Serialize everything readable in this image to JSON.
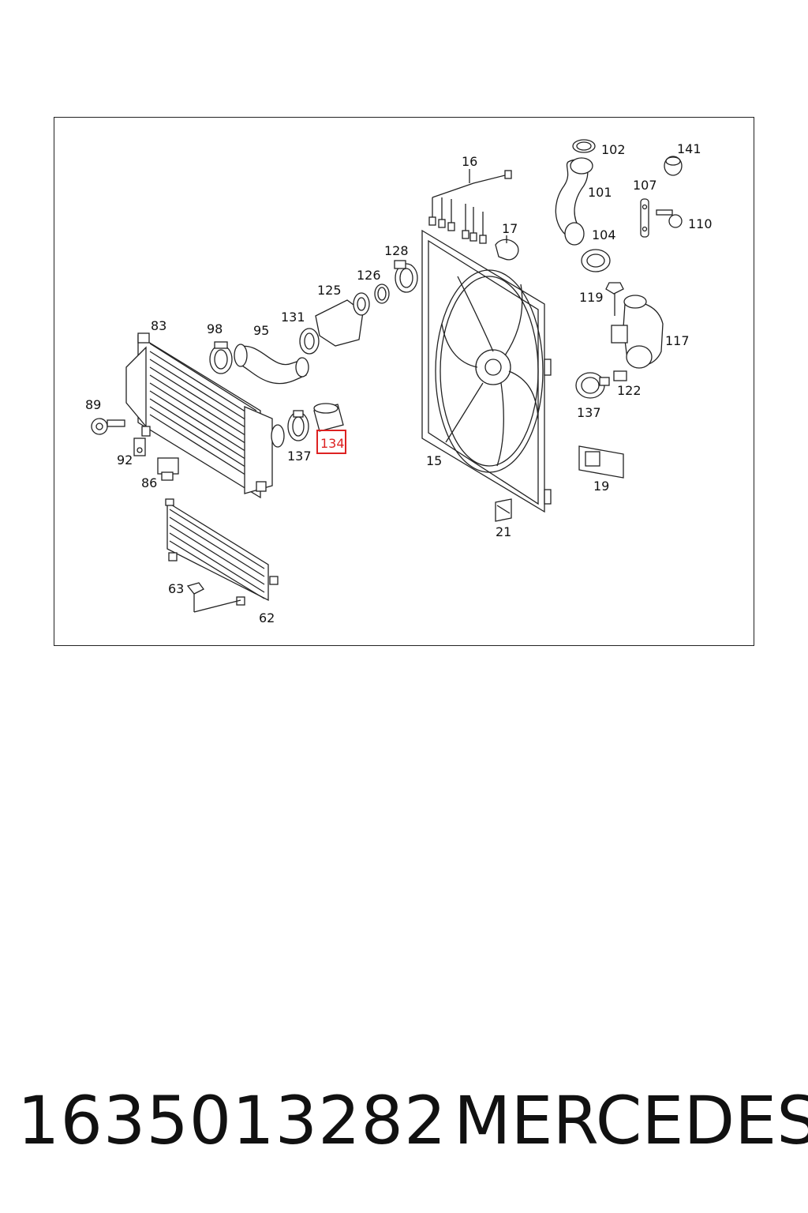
{
  "diagram": {
    "labels": [
      {
        "id": "16",
        "text": "16"
      },
      {
        "id": "102",
        "text": "102"
      },
      {
        "id": "141",
        "text": "141"
      },
      {
        "id": "101",
        "text": "101"
      },
      {
        "id": "107",
        "text": "107"
      },
      {
        "id": "110",
        "text": "110"
      },
      {
        "id": "17",
        "text": "17"
      },
      {
        "id": "104",
        "text": "104"
      },
      {
        "id": "128",
        "text": "128"
      },
      {
        "id": "126",
        "text": "126"
      },
      {
        "id": "125",
        "text": "125"
      },
      {
        "id": "119",
        "text": "119"
      },
      {
        "id": "131",
        "text": "131"
      },
      {
        "id": "83",
        "text": "83"
      },
      {
        "id": "98",
        "text": "98"
      },
      {
        "id": "95",
        "text": "95"
      },
      {
        "id": "117",
        "text": "117"
      },
      {
        "id": "122",
        "text": "122"
      },
      {
        "id": "89",
        "text": "89"
      },
      {
        "id": "137a",
        "text": "137"
      },
      {
        "id": "137b",
        "text": "137"
      },
      {
        "id": "134",
        "text": "134"
      },
      {
        "id": "92",
        "text": "92"
      },
      {
        "id": "15",
        "text": "15"
      },
      {
        "id": "86",
        "text": "86"
      },
      {
        "id": "19",
        "text": "19"
      },
      {
        "id": "21",
        "text": "21"
      },
      {
        "id": "63",
        "text": "63"
      },
      {
        "id": "62",
        "text": "62"
      }
    ],
    "highlighted": "134",
    "highlight_color": "#dd2222"
  },
  "footer": {
    "part_number": "1635013282",
    "brand": "MERCEDES"
  }
}
